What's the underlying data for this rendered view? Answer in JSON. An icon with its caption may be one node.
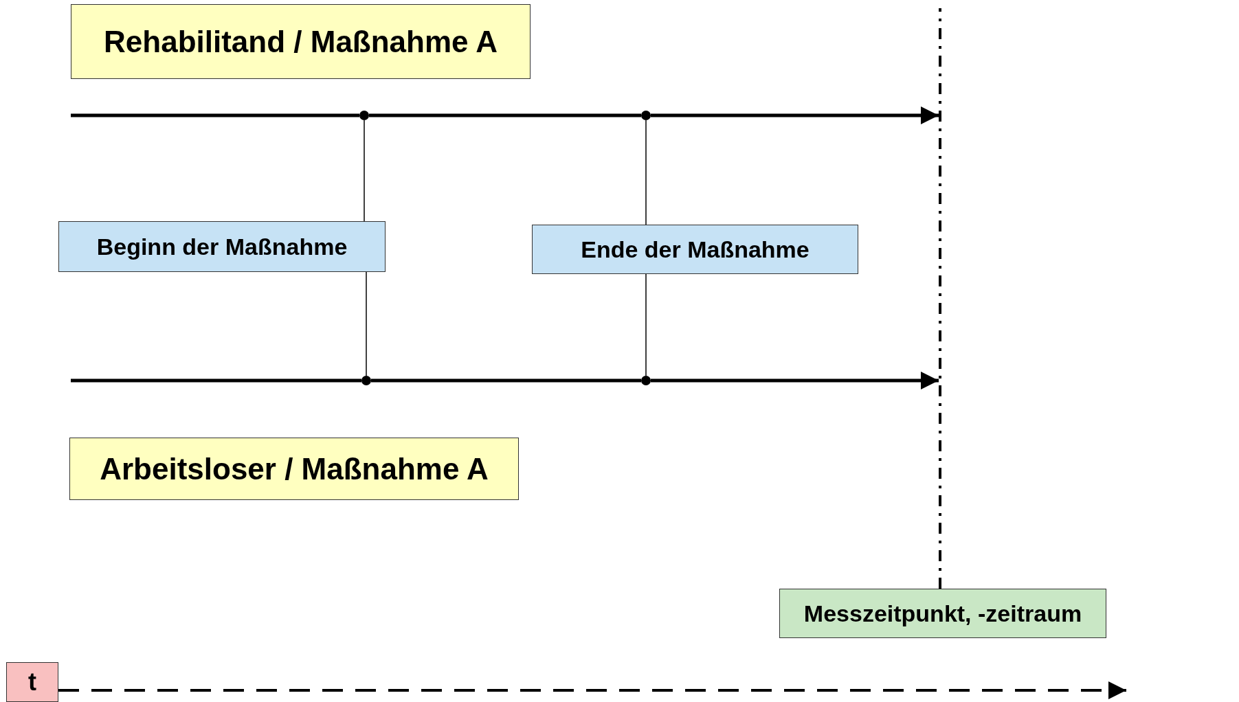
{
  "diagram": {
    "nodes": [
      {
        "text": [
          "Rehabilitand / Maßnahme A"
        ]
      },
      {
        "text": [
          "Beginn der Maßnahme"
        ]
      },
      {
        "text": [
          "Ende der Maßnahme"
        ]
      },
      {
        "text": [
          "Arbeitsloser / Maßnahme A"
        ]
      },
      {
        "text": [
          "Messzeitpunkt, -zeitraum"
        ]
      },
      {
        "text": [
          "t"
        ]
      },
      {
        "text": [],
        "shape": "circle"
      },
      {
        "text": [],
        "shape": "circle"
      },
      {
        "text": [],
        "shape": "circle"
      },
      {
        "text": [],
        "shape": "circle"
      }
    ],
    "edges": [
      {
        "from": null,
        "to": 6,
        "arrow": "none"
      },
      {
        "from": 6,
        "to": 7,
        "arrow": "none"
      },
      {
        "from": 7,
        "to": null,
        "arrow": "to"
      },
      {
        "from": null,
        "to": 8,
        "arrow": "none"
      },
      {
        "from": 8,
        "to": 9,
        "arrow": "none"
      },
      {
        "from": 9,
        "to": null,
        "arrow": "to"
      },
      {
        "from": 1,
        "to": 6,
        "arrow": "none"
      },
      {
        "from": 1,
        "to": 8,
        "arrow": "none"
      },
      {
        "from": 2,
        "to": 7,
        "arrow": "none"
      },
      {
        "from": 2,
        "to": 9,
        "arrow": "none"
      },
      {
        "from": 4,
        "to": null,
        "arrow": "none",
        "style": "dashed"
      },
      {
        "from": 5,
        "to": null,
        "arrow": "to",
        "style": "dashed"
      }
    ]
  }
}
